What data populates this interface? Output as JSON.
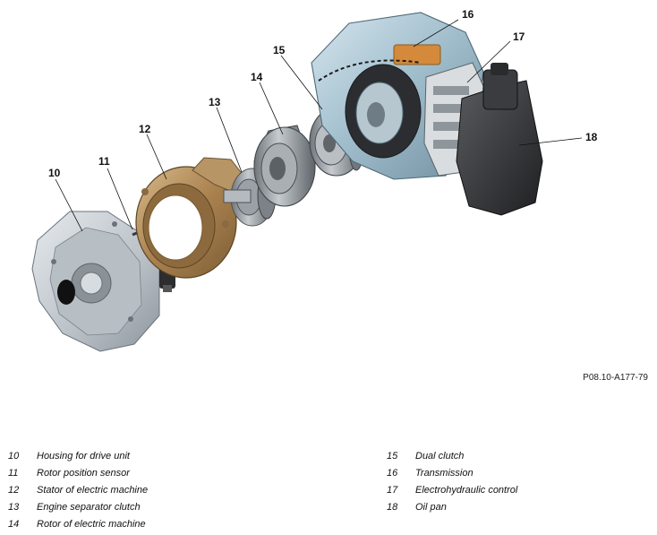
{
  "figure_code": "P08.10-A177-79",
  "callouts": {
    "c10": "10",
    "c11": "11",
    "c12": "12",
    "c13": "13",
    "c14": "14",
    "c15": "15",
    "c16": "16",
    "c17": "17",
    "c18": "18"
  },
  "legend_left": [
    {
      "num": "10",
      "label": "Housing for drive unit"
    },
    {
      "num": "11",
      "label": "Rotor position sensor"
    },
    {
      "num": "12",
      "label": "Stator of electric machine"
    },
    {
      "num": "13",
      "label": "Engine separator clutch"
    },
    {
      "num": "14",
      "label": "Rotor of electric machine"
    }
  ],
  "legend_right": [
    {
      "num": "15",
      "label": "Dual clutch"
    },
    {
      "num": "16",
      "label": "Transmission"
    },
    {
      "num": "17",
      "label": "Electrohydraulic control"
    },
    {
      "num": "18",
      "label": "Oil pan"
    }
  ],
  "colors": {
    "housing": "#c9ced3",
    "stator": "#b08a5a",
    "rotor": "#8f9499",
    "transmission": "#a9c4d2",
    "oil_pan": "#3a3a3c"
  }
}
